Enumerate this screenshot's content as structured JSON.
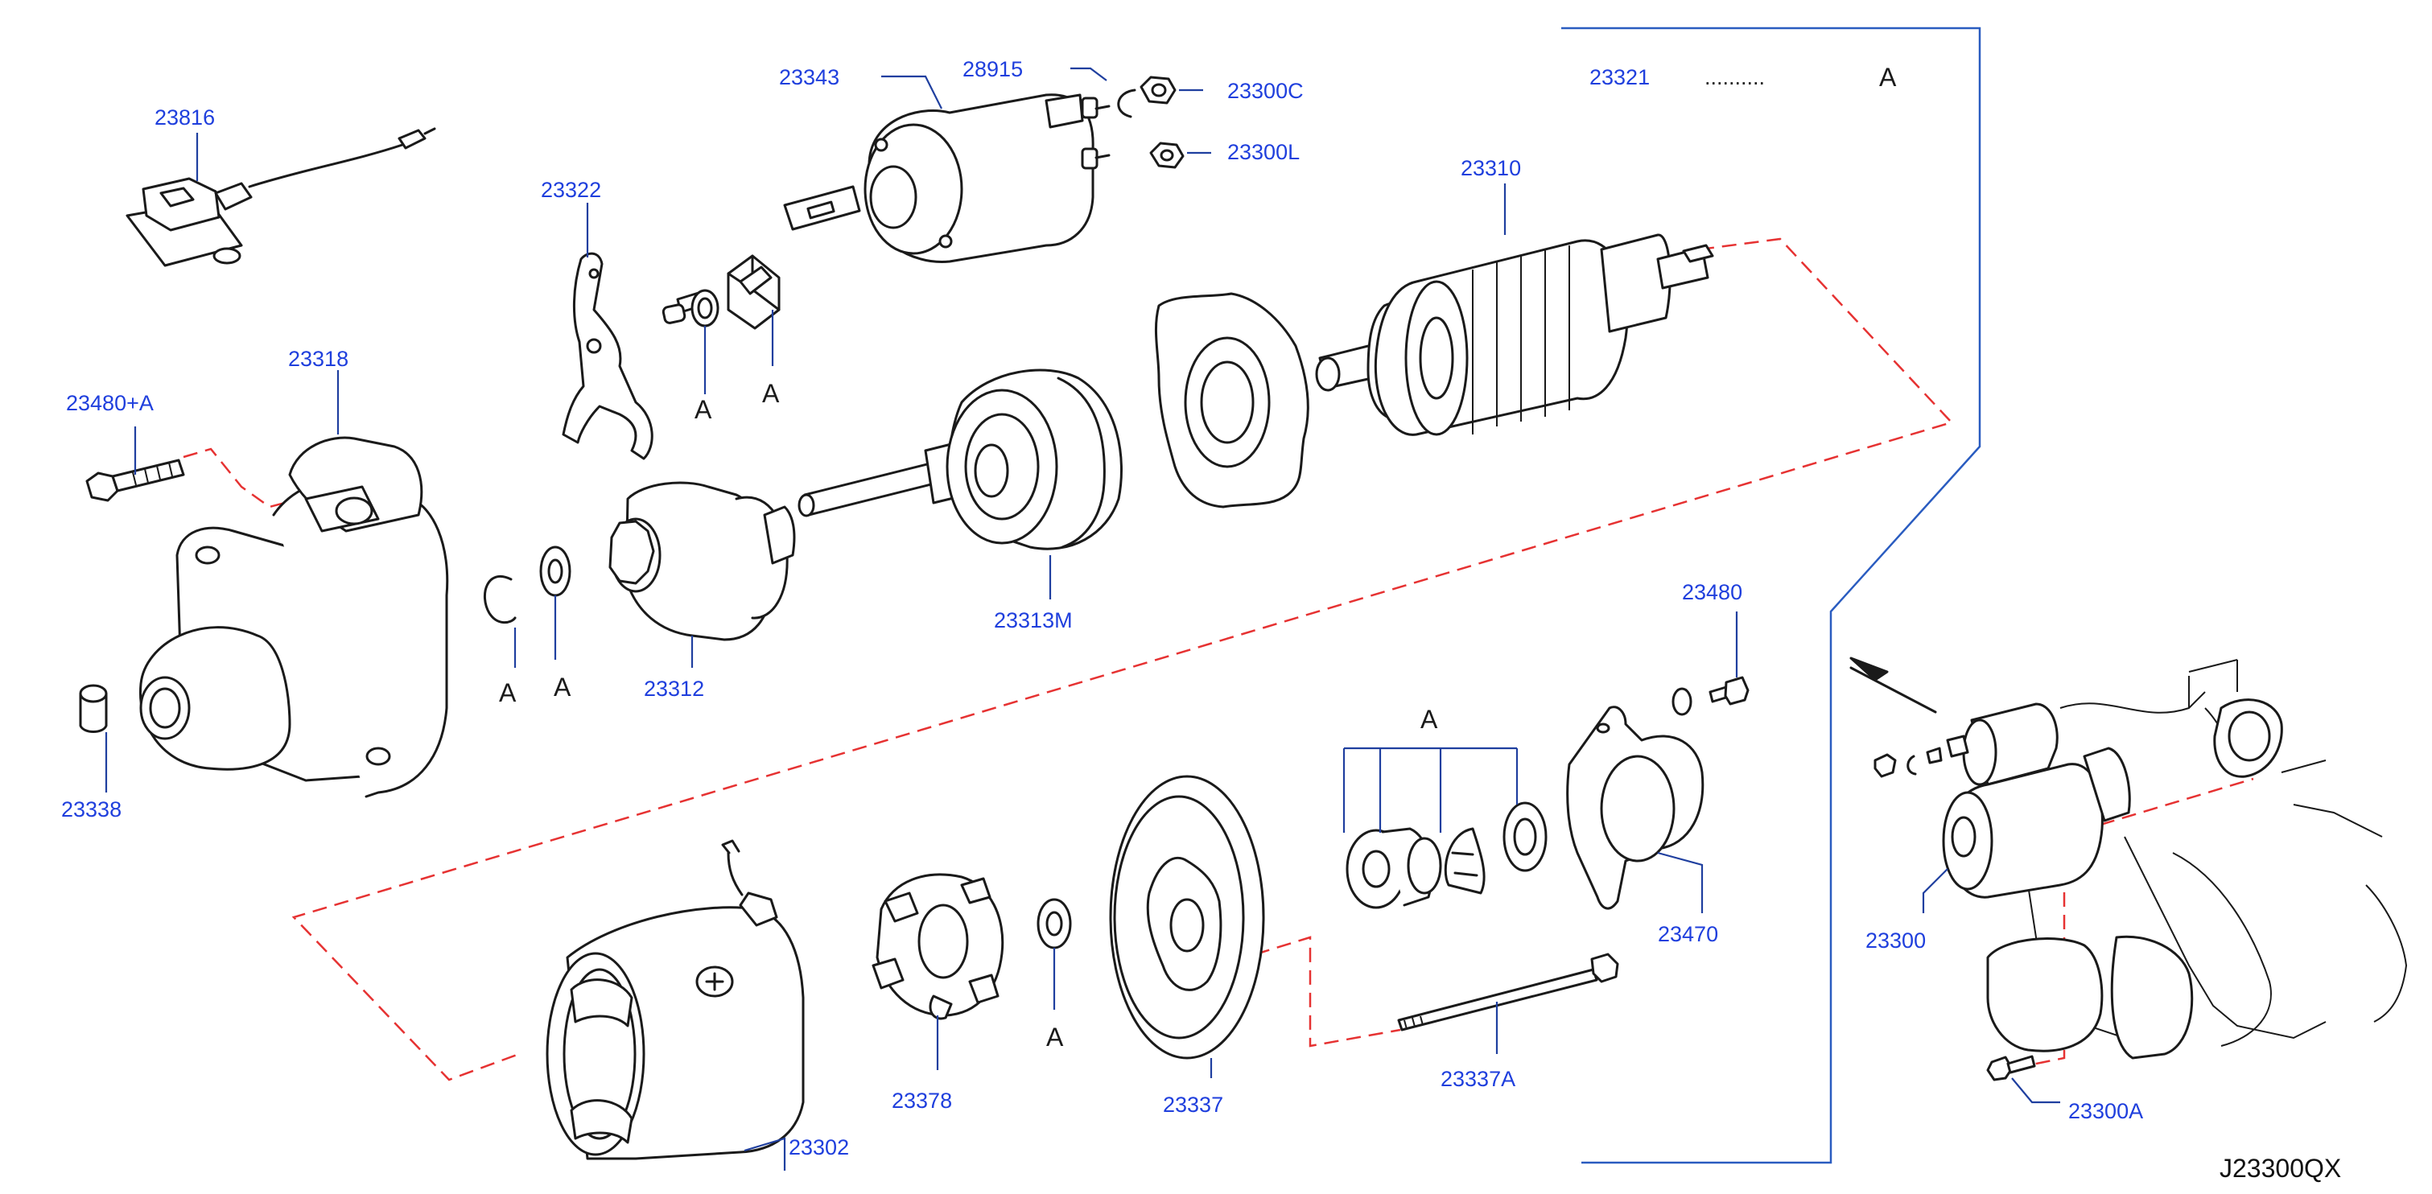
{
  "colors": {
    "callout": "#1f3fdd",
    "frame": "#2a5cc0",
    "phantom_line": "#e63232",
    "part_outline": "#1a1a1a"
  },
  "callouts": {
    "p23816": "23816",
    "p23343": "23343",
    "p28915": "28915",
    "p23300C": "23300C",
    "p23300L": "23300L",
    "p23321": "23321",
    "p23310": "23310",
    "p23322": "23322",
    "p23318": "23318",
    "p23480A": "23480+A",
    "p23313M": "23313M",
    "p23312": "23312",
    "p23338": "23338",
    "p23480": "23480",
    "p23470": "23470",
    "p23300": "23300",
    "p23302": "23302",
    "p23378": "23378",
    "p23337": "23337",
    "p23337A": "23337A",
    "p23300A": "23300A"
  },
  "legend": {
    "code": "23321",
    "dots": "..........",
    "ref": "A"
  },
  "kit_ref": "A",
  "diagram_id": "J23300QX"
}
